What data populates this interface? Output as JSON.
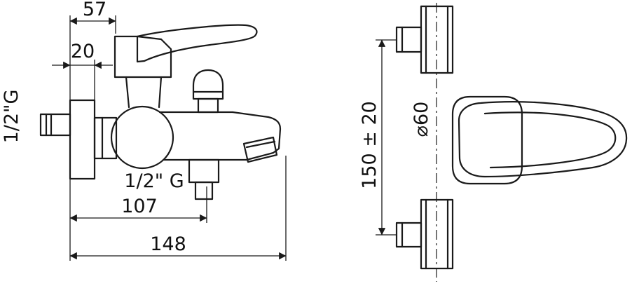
{
  "page": {
    "background": "#ffffff",
    "line_color": "#1a1a1a",
    "description": "Technical dimensional drawing of a wall-mounted bath mixer tap, side view and front view"
  },
  "labels": {
    "handle_width": "57",
    "plate_depth": "20",
    "wall_connection": "1/2\"G",
    "outlet_thread": "1/2\" G",
    "spout_reach": "107",
    "overall_depth": "148",
    "mount_spacing": "150 ± 20",
    "flange_diameter": "⌀60"
  }
}
